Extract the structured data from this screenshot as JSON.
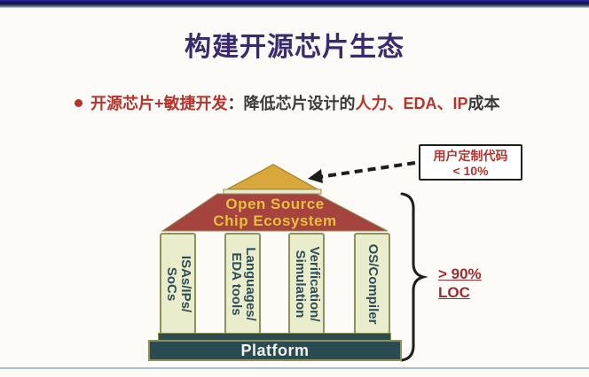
{
  "slide": {
    "title": "构建开源芯片生态",
    "bullet": {
      "lead": "开源芯片+敏捷开发",
      "colon": "：",
      "mid": "降低芯片设计的",
      "em1": "人力、",
      "em2": "EDA、",
      "em3": "IP",
      "tail": "成本"
    },
    "callout": {
      "line1": "用户定制代码",
      "line2": "< 10%"
    },
    "temple": {
      "roof_line1": "Open Source",
      "roof_line2": "Chip Ecosystem",
      "pillars": [
        {
          "lines": [
            "ISAs/IPs/",
            "SoCs"
          ]
        },
        {
          "lines": [
            "Languages/",
            "EDA tools"
          ]
        },
        {
          "lines": [
            "Verification/",
            "Simulation"
          ]
        },
        {
          "lines": [
            "OS/Compiler"
          ]
        }
      ],
      "base_label": "Platform"
    },
    "loc_note": {
      "line1": "> 90%",
      "line2": "LOC"
    },
    "colors": {
      "title_color": "#3b2a6e",
      "accent_red": "#b5332d",
      "text_dark": "#3a3a3a",
      "roof_fill": "#a5433e",
      "roof_text": "#e8bf3f",
      "triangle_fill": "#d9a73c",
      "triangle_border": "#b08a28",
      "cornice_fill": "#ece9cd",
      "pillar_fill": "#eaedcb",
      "pillar_border": "#8f9157",
      "pillar_text": "#2f4d57",
      "platform_fill": "#2b4b53",
      "platform_text": "#f3f3ee",
      "callout_border": "#1d1d1d",
      "loc_text": "#9e2b2e",
      "bottom_line": "#a6c0d4"
    }
  }
}
